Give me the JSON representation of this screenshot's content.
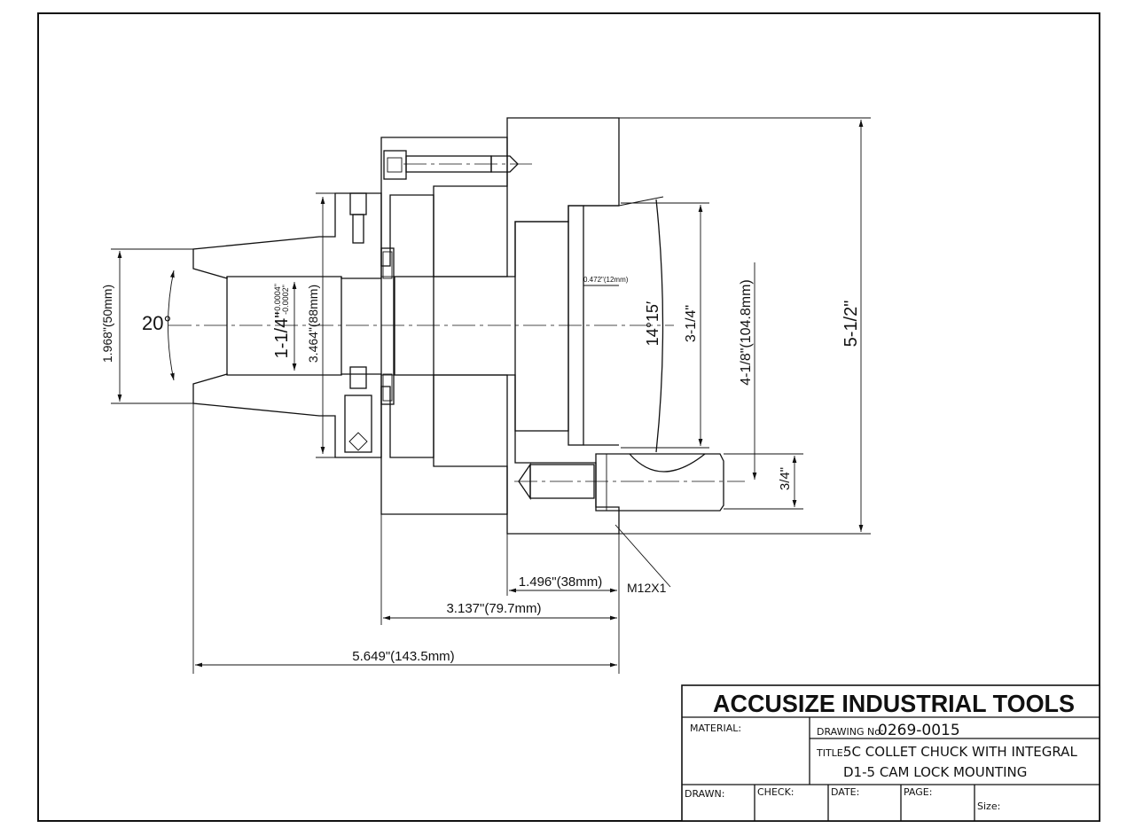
{
  "drawing": {
    "dimensions": {
      "collet_od": "1.968\"(50mm)",
      "taper_angle": "20°",
      "bore": "1-1/4\"",
      "bore_tol_plus": "+0.0004\"",
      "bore_tol_minus": "-0.0002\"",
      "flange_dia": "3.464\"(88mm)",
      "recess": "0.472\"(12mm)",
      "cone_angle": "14°15′",
      "pilot_dia": "3-1/4\"",
      "bolt_circle": "4-1/8\"(104.8mm)",
      "body_dia": "5-1/2\"",
      "stud_offset": "3/4\"",
      "thread": "M12X1",
      "body_length": "1.496\"(38mm)",
      "length_mid": "3.137\"(79.7mm)",
      "overall_length": "5.649\"(143.5mm)"
    }
  },
  "title_block": {
    "company": "ACCUSIZE INDUSTRIAL TOOLS",
    "material_label": "MATERIAL:",
    "drawing_no_label": "DRAWING No:",
    "drawing_no": "0269-0015",
    "title_label": "TITLE:",
    "title_line1": "5C COLLET CHUCK WITH INTEGRAL",
    "title_line2": "D1-5 CAM LOCK MOUNTING",
    "drawn_label": "DRAWN:",
    "check_label": "CHECK:",
    "date_label": "DATE:",
    "page_label": "PAGE:",
    "size_label": "Size:"
  }
}
